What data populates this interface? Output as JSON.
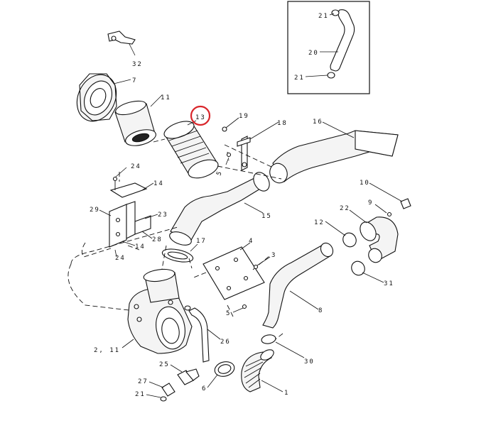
{
  "callouts": {
    "c1": "1",
    "c2_11": "2, 11",
    "c3": "3",
    "c4": "4",
    "c5a": "5",
    "c5b": "5",
    "c6": "6",
    "c7": "7",
    "c8": "8",
    "c9": "9",
    "c10": "10",
    "c11": "11",
    "c12": "12",
    "c13": "13",
    "c14a": "14",
    "c14b": "14",
    "c15": "15",
    "c16": "16",
    "c17": "17",
    "c18": "18",
    "c19": "19",
    "c20": "20",
    "c21a": "21",
    "c21b": "21",
    "c21c": "21",
    "c22": "22",
    "c23": "23",
    "c24a": "24",
    "c24b": "24",
    "c25": "25",
    "c26": "26",
    "c27": "27",
    "c28": "28",
    "c29": "29",
    "c30": "30",
    "c31": "31",
    "c32": "32"
  },
  "highlight": {
    "target": "13",
    "color": "#d9262b"
  }
}
